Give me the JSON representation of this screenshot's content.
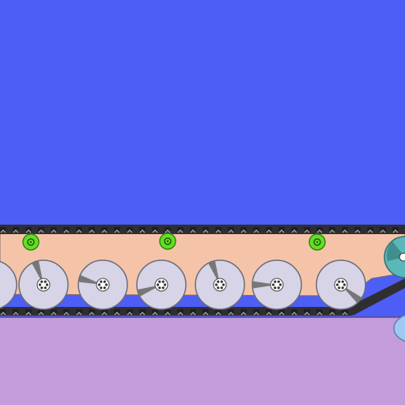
{
  "scene": {
    "kind": "2d physics vehicle simulation",
    "colors": {
      "sky": "#4d5ef7",
      "ground": "#c49cdb",
      "hull": "#f5c4a8",
      "track": "#333333",
      "track_link": "#aaaaaa",
      "road_wheel": "#d6d4e6",
      "road_wheel_rim": "#6b6b7a",
      "road_wheel_spoke": "#777777",
      "return_roller": "#66dd22",
      "return_roller_rim": "#2a8a10",
      "drive_sprocket": "#5cb8b8",
      "idler_blob": "#9fc8f2"
    },
    "road_wheels": {
      "count": 7,
      "spoke_angles_deg": [
        200,
        250,
        195,
        160,
        250,
        180,
        40
      ]
    },
    "return_rollers": {
      "count": 3
    },
    "drive_sprocket": {
      "visible": "partial",
      "position": "front-right"
    },
    "icons": [
      "road-wheel-icon",
      "return-roller-icon",
      "sprocket-icon",
      "track-link-icon"
    ]
  }
}
